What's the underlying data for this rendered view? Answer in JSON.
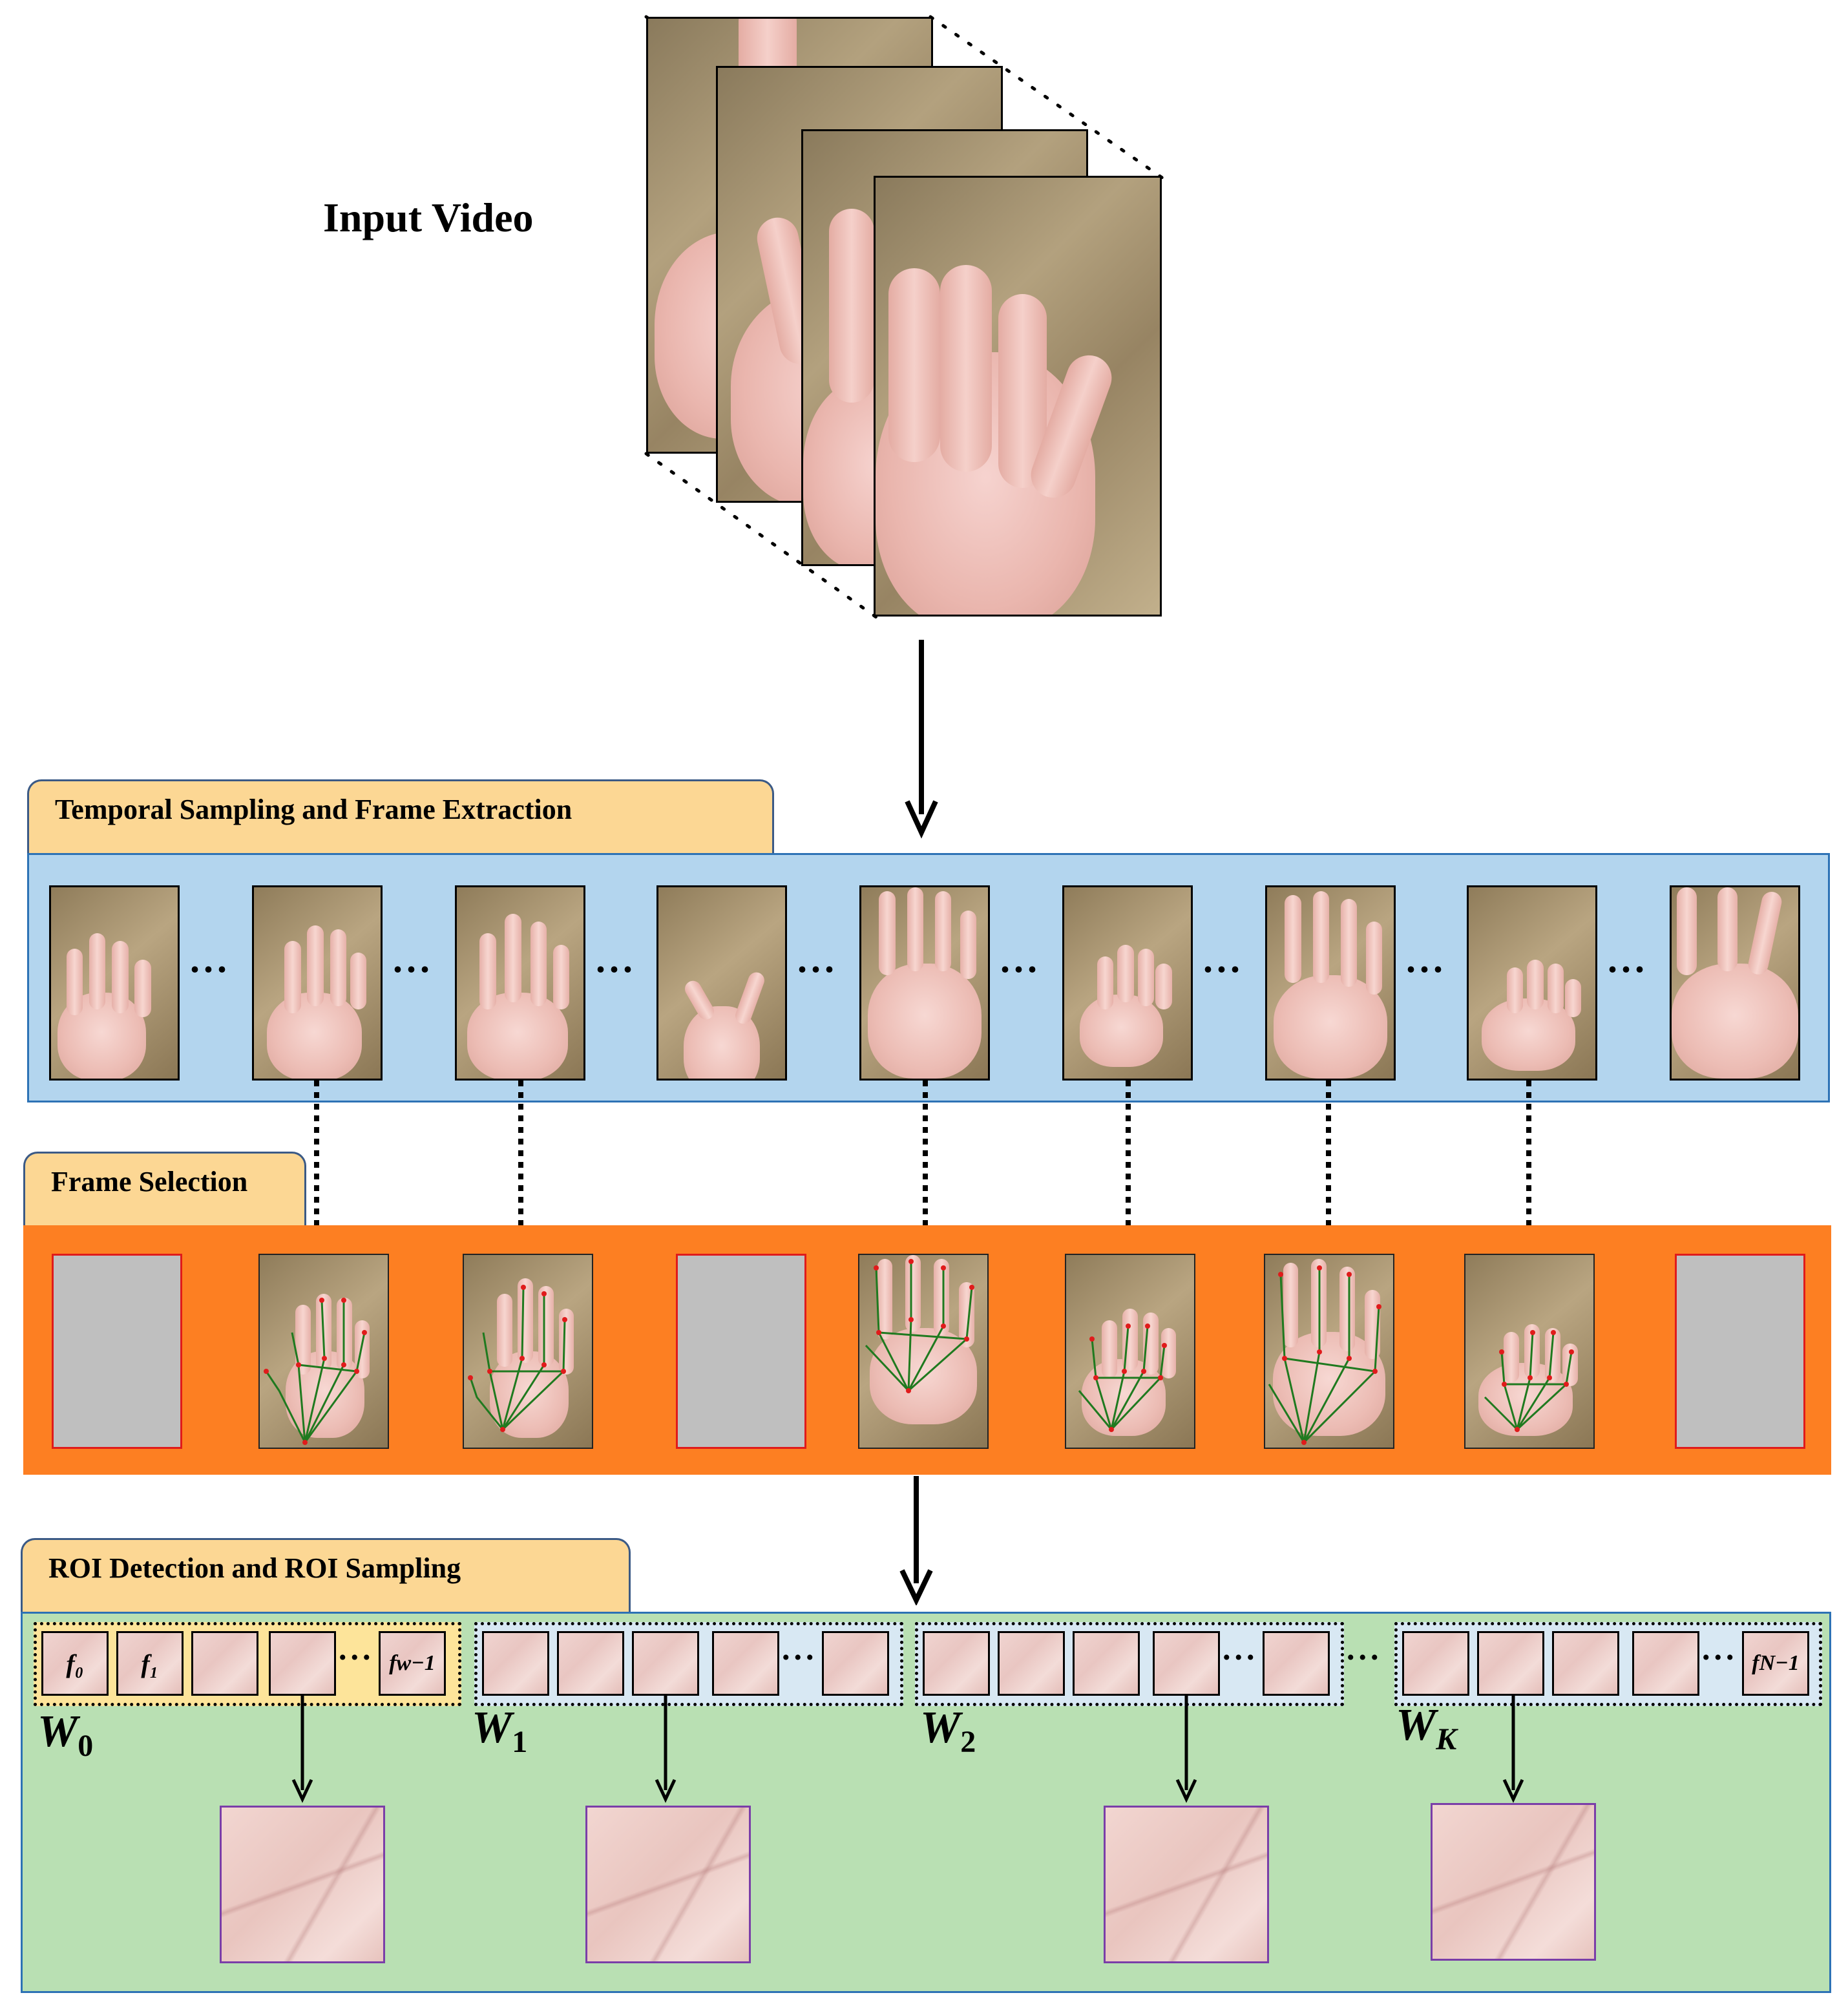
{
  "input": {
    "title": "Input Video"
  },
  "stage1": {
    "title": "Temporal Sampling and Frame Extraction"
  },
  "stage2": {
    "title": "Frame Selection"
  },
  "stage3": {
    "title": "ROI Detection and ROI Sampling",
    "windows": [
      "W",
      "W",
      "W",
      "W"
    ],
    "window_subs": [
      "0",
      "1",
      "2",
      "K"
    ],
    "first_tiles": [
      "f₀",
      "f₁"
    ],
    "last_tile_w0": "fw−1",
    "last_tile_final": "fN−1"
  },
  "colors": {
    "stage1_bg": "#b3d5ee",
    "stage2_bg": "#fd7f22",
    "stage3_bg": "#b9e0b3",
    "tab_bg": "#fcd794",
    "window0_bg": "#fde49a",
    "window_bg": "#d8e8f3",
    "rejected_border": "#e01b1b",
    "roi_border": "#7a3ea8"
  }
}
